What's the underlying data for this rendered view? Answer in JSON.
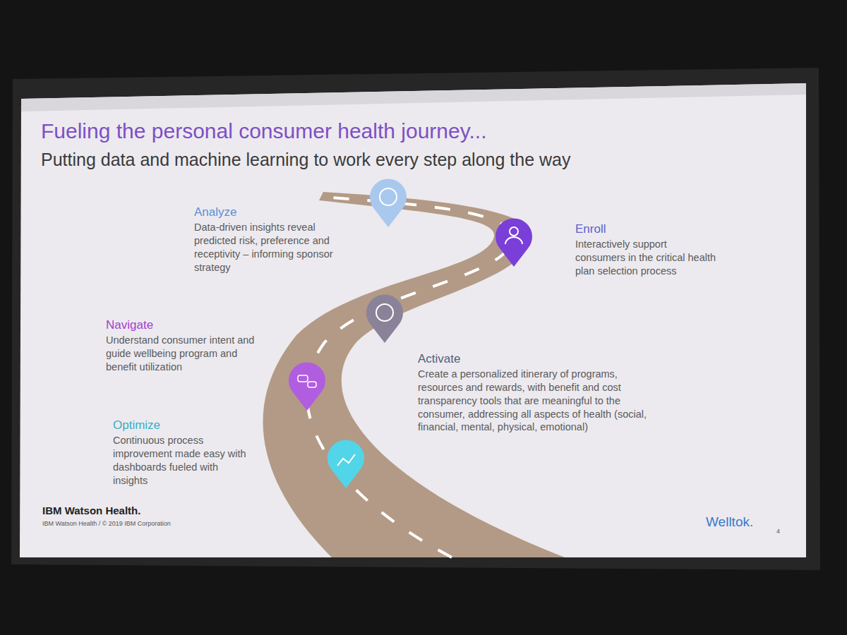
{
  "diagram": {
    "title": "Fueling the personal consumer health journey...",
    "labels": [
      "Putting data and machine learning to work every step along the way",
      "Analyze",
      "Data-driven insights reveal predicted risk, preference and receptivity – informing sponsor strategy",
      "Enroll",
      "Interactively support consumers in the critical health plan selection process",
      "Navigate",
      "Understand consumer intent and guide wellbeing program and benefit utilization",
      "Activate",
      "Create a personalized itinerary of programs, resources and rewards, with benefit and cost transparency tools that are meaningful to the consumer, addressing all aspects of health (social, financial, mental, physical, emotional)",
      "Optimize",
      "Continuous process improvement made easy with dashboards fueled with insights",
      "IBM Watson Health.",
      "IBM Watson Health / © 2019 IBM Corporation",
      "Welltok.",
      "4"
    ]
  }
}
